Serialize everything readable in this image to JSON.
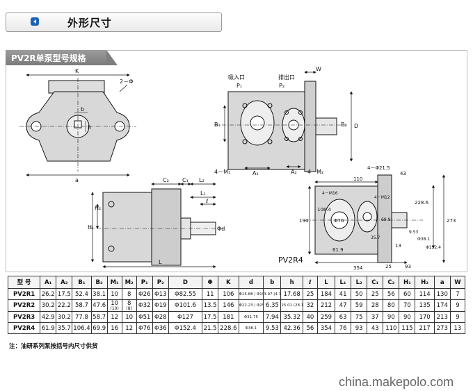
{
  "header": {
    "title": "外形尺寸"
  },
  "section": {
    "title": "PV2R单泵型号规格"
  },
  "drawing": {
    "labels": {
      "K": "K",
      "two_phi": "2－Φ",
      "b": "b",
      "h": "h",
      "a": "a",
      "suction": "吸入口",
      "discharge": "排出口",
      "W": "W",
      "P1": "P₁",
      "P2": "P₂",
      "B1": "B₁",
      "B2": "B₂",
      "D": "D",
      "A1": "A₁",
      "A2": "A₂",
      "M1": "4－M₁",
      "M2": "4－M₂",
      "C2": "C₂",
      "C1": "C₁",
      "L2": "L₂",
      "L1": "L₁",
      "l": "ℓ",
      "H1": "H₁",
      "H2": "H₂",
      "phi_d": "Φd",
      "L": "L",
      "pv2r4_name": "PV2R4",
      "r4_holes": "4－Φ21.5",
      "r4_43": "43",
      "r4_110": "110",
      "r4_M16": "4－M16",
      "r4_M12": "4－M12",
      "r4_phi76": "Φ76",
      "r4_106_4": "106.4",
      "r4_194": "194",
      "r4_61_9": "61.9",
      "r4_35_7": "35.7",
      "r4_69_9": "69.9",
      "r4_228_6": "228.6",
      "r4_273": "273",
      "r4_13": "13",
      "r4_354": "354",
      "r4_25": "25",
      "r4_93": "93",
      "r4_9_53": "9.53",
      "r4_38_1": "Φ38.1",
      "r4_152_4": "Φ152.4"
    }
  },
  "table": {
    "headers": [
      "型 号",
      "A₁",
      "A₂",
      "B₁",
      "B₂",
      "M₁",
      "M₂",
      "P₁",
      "P₂",
      "D",
      "Φ",
      "K",
      "d",
      "b",
      "h",
      "ℓ",
      "L",
      "L₁",
      "L₂",
      "C₁",
      "C₂",
      "H₁",
      "H₂",
      "a",
      "W"
    ],
    "rows": [
      [
        "PV2R1",
        "26.2",
        "17.5",
        "52.4",
        "38.1",
        "10",
        "8",
        "Φ26",
        "Φ13",
        "Φ82.55",
        "11",
        "106",
        "Φ15.88 / Φ19.05",
        "3.97 (4.76)",
        "17.68",
        "25",
        "184",
        "41",
        "50",
        "25",
        "56",
        "60",
        "114",
        "130",
        "7"
      ],
      [
        "PV2R2",
        "30.2",
        "22.2",
        "58.7",
        "47.6",
        "10",
        "8",
        "Φ32",
        "Φ19",
        "Φ101.6",
        "13.5",
        "146",
        "Φ22.23 / Φ25.4",
        "6.35",
        "25.01 (28.18)",
        "32",
        "212",
        "47",
        "59",
        "28",
        "80",
        "70",
        "135",
        "174",
        "9"
      ],
      [
        "PV2R3",
        "42.9",
        "30.2",
        "77.8",
        "58.7",
        "12",
        "10",
        "Φ51",
        "Φ28",
        "Φ127",
        "17.5",
        "181",
        "Φ31.75",
        "7.94",
        "35.32",
        "40",
        "259",
        "63",
        "75",
        "37",
        "90",
        "90",
        "170",
        "213",
        "9"
      ],
      [
        "PV2R4",
        "61.9",
        "35.7",
        "106.4",
        "69.9",
        "16",
        "12",
        "Φ76",
        "Φ36",
        "Φ152.4",
        "21.5",
        "228.6",
        "Φ38.1",
        "9.53",
        "42.36",
        "56",
        "354",
        "76",
        "93",
        "43",
        "110",
        "115",
        "217",
        "273",
        "13"
      ]
    ],
    "bracket_notes": [
      "(10)",
      "(8)"
    ]
  },
  "note": "注：油研系列泵按括号内尺寸供货",
  "watermark": "china.makepolo.com"
}
